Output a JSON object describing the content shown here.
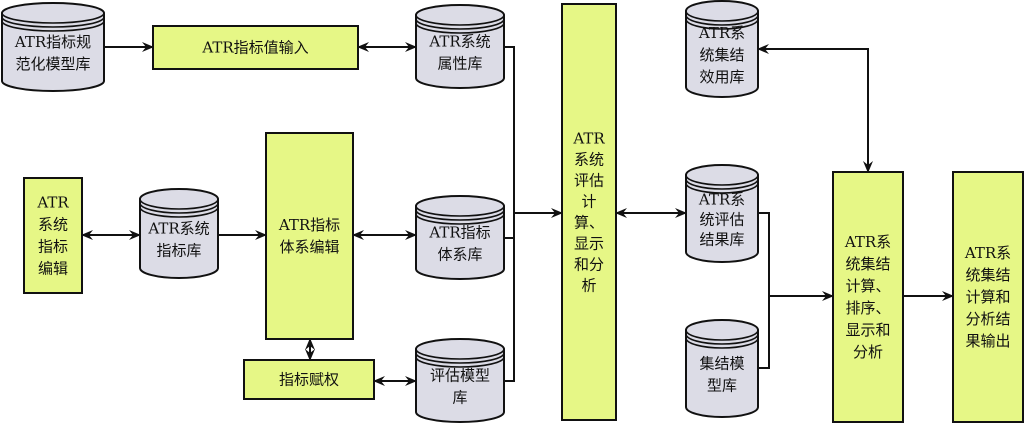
{
  "nodes": {
    "norm_lib": {
      "type": "database",
      "lines": [
        "ATR指标规",
        "范化模型库"
      ]
    },
    "value_input": {
      "type": "process",
      "lines": [
        "ATR指标值输入"
      ]
    },
    "attr_lib": {
      "type": "database",
      "lines": [
        "ATR系统",
        "属性库"
      ]
    },
    "eval_center": {
      "type": "process",
      "lines": [
        "ATR",
        "系统",
        "评估",
        "计",
        "算、",
        "显示",
        "和分",
        "析"
      ]
    },
    "agg_util_lib": {
      "type": "database",
      "lines": [
        "ATR系",
        "统集结",
        "效用库"
      ]
    },
    "index_edit": {
      "type": "process",
      "lines": [
        "ATR",
        "系统",
        "指标",
        "编辑"
      ]
    },
    "sys_index_lib": {
      "type": "database",
      "lines": [
        "ATR系统",
        "指标库"
      ]
    },
    "index_system_edit": {
      "type": "process",
      "lines": [
        "ATR指标",
        "体系编辑"
      ]
    },
    "index_system_lib": {
      "type": "database",
      "lines": [
        "ATR指标",
        "体系库"
      ]
    },
    "weighting": {
      "type": "process",
      "lines": [
        "指标赋权"
      ]
    },
    "eval_model_lib": {
      "type": "database",
      "lines": [
        "评估模型",
        "库"
      ]
    },
    "eval_result_lib": {
      "type": "database",
      "lines": [
        "ATR系",
        "统评估",
        "结果库"
      ]
    },
    "agg_model_lib": {
      "type": "database",
      "lines": [
        "集结模",
        "型库"
      ]
    },
    "agg_calc": {
      "type": "process",
      "lines": [
        "ATR系",
        "统集结",
        "计算、",
        "排序、",
        "显示和",
        "分析"
      ]
    },
    "output": {
      "type": "process",
      "lines": [
        "ATR系",
        "统集结",
        "计算和",
        "分析结",
        "果输出"
      ]
    }
  },
  "edges": [
    {
      "from": "norm_lib",
      "to": "value_input",
      "direction": "forward"
    },
    {
      "from": "value_input",
      "to": "attr_lib",
      "direction": "both"
    },
    {
      "from": "index_edit",
      "to": "sys_index_lib",
      "direction": "both"
    },
    {
      "from": "sys_index_lib",
      "to": "index_system_edit",
      "direction": "forward"
    },
    {
      "from": "index_system_edit",
      "to": "index_system_lib",
      "direction": "both"
    },
    {
      "from": "index_system_edit",
      "to": "weighting",
      "direction": "both"
    },
    {
      "from": "weighting",
      "to": "eval_model_lib",
      "direction": "both"
    },
    {
      "from": "attr_lib",
      "to": "eval_center",
      "direction": "forward"
    },
    {
      "from": "index_system_lib",
      "to": "eval_center",
      "direction": "forward"
    },
    {
      "from": "eval_model_lib",
      "to": "eval_center",
      "direction": "forward"
    },
    {
      "from": "eval_center",
      "to": "eval_result_lib",
      "direction": "both"
    },
    {
      "from": "eval_result_lib",
      "to": "agg_calc",
      "direction": "forward"
    },
    {
      "from": "agg_model_lib",
      "to": "agg_calc",
      "direction": "forward"
    },
    {
      "from": "agg_util_lib",
      "to": "agg_calc",
      "direction": "both"
    },
    {
      "from": "agg_calc",
      "to": "output",
      "direction": "forward"
    }
  ],
  "colors": {
    "process_fill": "#e6f786",
    "database_fill": "#dcdce6",
    "stroke": "#111111"
  }
}
